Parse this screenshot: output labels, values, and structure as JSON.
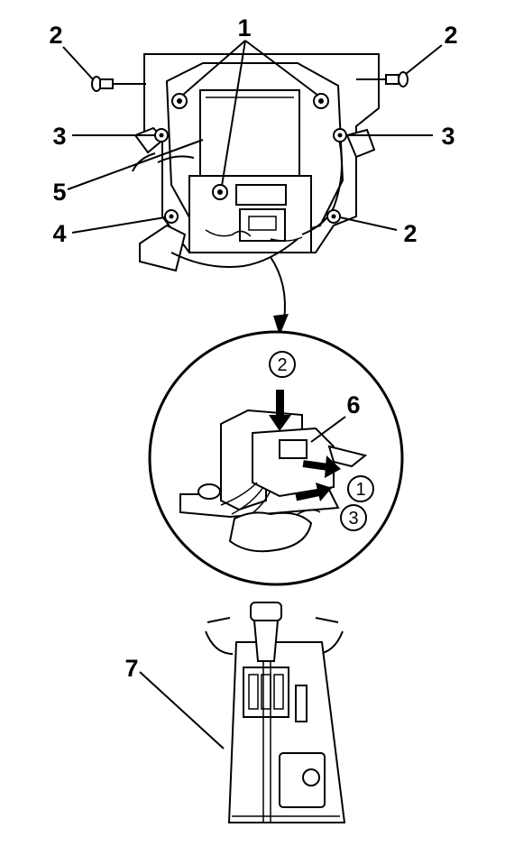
{
  "callouts": {
    "c1": "1",
    "c2_left": "2",
    "c2_right": "2",
    "c2_lower": "2",
    "c3_left": "3",
    "c3_right": "3",
    "c4": "4",
    "c5": "5",
    "c6": "6",
    "c7": "7"
  },
  "steps": {
    "s1": "1",
    "s2": "2",
    "s3": "3"
  }
}
